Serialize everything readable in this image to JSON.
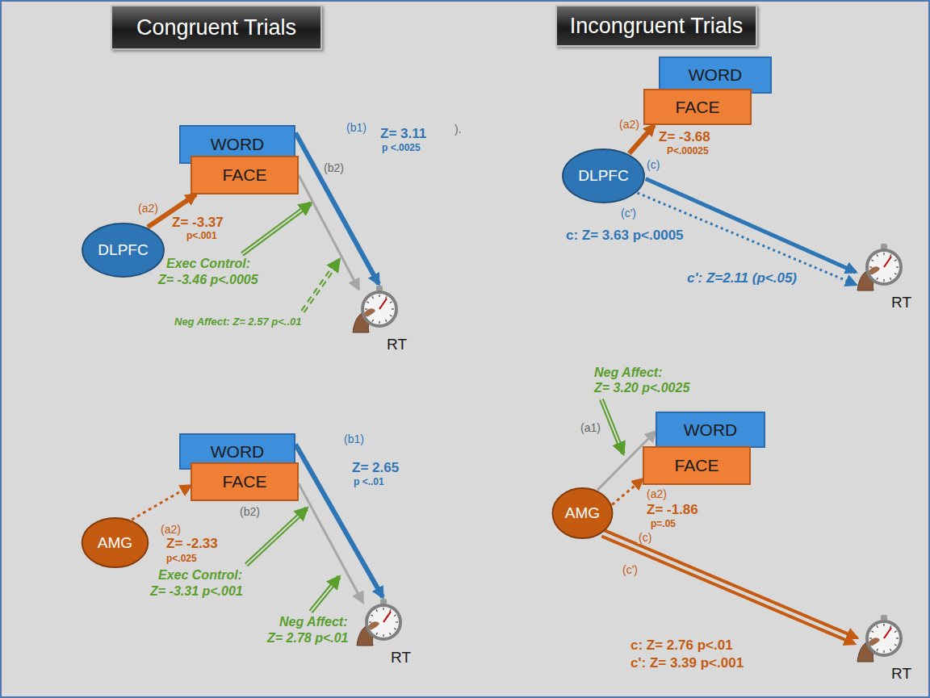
{
  "diagram": {
    "nodes": [
      {
        "text": [
          "Congruent Trials"
        ]
      },
      {
        "text": [
          "Incongruent Trials"
        ]
      },
      {
        "text": [
          "WORD"
        ]
      },
      {
        "text": [
          "FACE"
        ]
      },
      {
        "text": [
          "DLPFC"
        ]
      },
      {
        "text": [
          "RT"
        ]
      },
      {
        "text": [
          "WORD"
        ]
      },
      {
        "text": [
          "FACE"
        ]
      },
      {
        "text": [
          "AMG"
        ]
      },
      {
        "text": [
          "RT"
        ]
      },
      {
        "text": [
          "WORD"
        ]
      },
      {
        "text": [
          "FACE"
        ]
      },
      {
        "text": [
          "DLPFC"
        ]
      },
      {
        "text": [
          "RT"
        ]
      },
      {
        "text": [
          "WORD"
        ]
      },
      {
        "text": [
          "FACE"
        ]
      },
      {
        "text": [
          "AMG"
        ]
      },
      {
        "text": [
          "RT"
        ]
      }
    ],
    "edges": [
      {
        "from": 4,
        "to": 3,
        "label": "(a2)",
        "arrow": "to"
      },
      {
        "from": 2,
        "to": 5,
        "label": "(b1)",
        "arrow": "to"
      },
      {
        "from": 3,
        "to": 5,
        "label": "(b2)",
        "arrow": "to"
      },
      {
        "from": 8,
        "to": 7,
        "label": "(a2)",
        "arrow": "to"
      },
      {
        "from": 6,
        "to": 9,
        "label": "(b1)",
        "arrow": "to"
      },
      {
        "from": 7,
        "to": 9,
        "label": "(b2)",
        "arrow": "to"
      },
      {
        "from": 12,
        "to": 11,
        "label": "(a2)",
        "arrow": "to"
      },
      {
        "from": 12,
        "to": 13,
        "label": "(c)",
        "arrow": "to"
      },
      {
        "from": 12,
        "to": 13,
        "label": "(c')",
        "arrow": "to"
      },
      {
        "from": 16,
        "to": 14,
        "label": "(a1)",
        "arrow": "to"
      },
      {
        "from": 16,
        "to": 15,
        "label": "(a2)",
        "arrow": "to"
      },
      {
        "from": 16,
        "to": 17,
        "label": "(c)",
        "arrow": "to"
      },
      {
        "from": 16,
        "to": 17,
        "label": "(c')",
        "arrow": "to"
      }
    ],
    "labels": [
      "Z= 3.11",
      "p <.0025",
      "Z= -3.37",
      "p<.001",
      "Exec Control:",
      "Z= -3.46 p<.0005",
      "Neg Affect: Z= 2.57 p<..01",
      ").",
      "Z= 2.65",
      "p <..01",
      "Z= -2.33",
      "p<.025",
      "Exec Control:",
      "Z= -3.31 p<.001",
      "Neg Affect:",
      "Z= 2.78 p<.01",
      "Z= -3.68",
      "P<.00025",
      "c: Z= 3.63 p<.0005",
      "c': Z=2.11 (p<.05)",
      "Neg Affect:",
      "Z= 3.20 p<.0025",
      "Z= -1.86",
      "p=.05",
      "c: Z= 2.76 p<.01",
      "c': Z= 3.39 p<.001"
    ]
  }
}
